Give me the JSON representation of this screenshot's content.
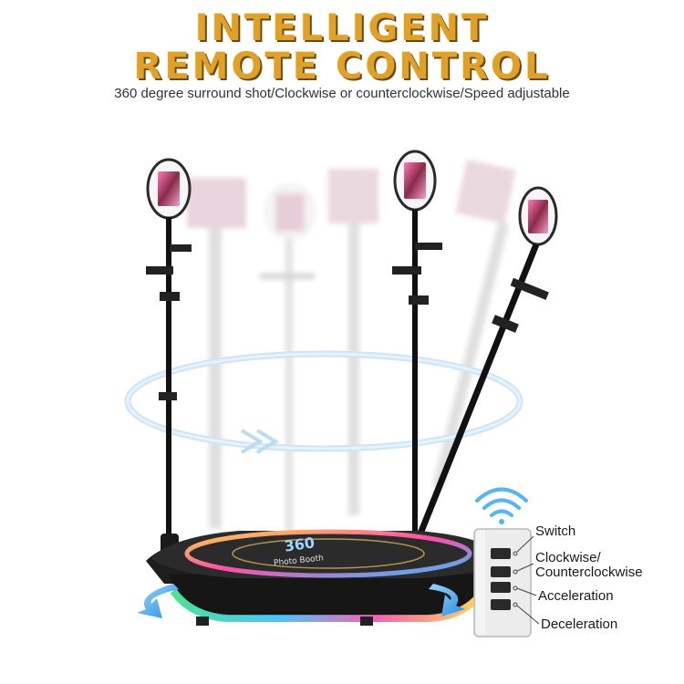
{
  "header": {
    "line1": "INTELLIGENT",
    "line2": "REMOTE CONTROL",
    "subtitle": "360 degree surround shot/Clockwise or counterclockwise/Speed adjustable"
  },
  "platform": {
    "logo_text": "360",
    "brand_text": "Photo Booth"
  },
  "remote": {
    "buttons": [
      {
        "label": "Switch"
      },
      {
        "label_line1": "Clockwise/",
        "label_line2": "Counterclockwise"
      },
      {
        "label": "Acceleration"
      },
      {
        "label": "Deceleration"
      }
    ]
  },
  "colors": {
    "headline": "#e0a12a",
    "arrow_blue": "#3aa0e6",
    "wifi_blue": "#5ab4f0",
    "led_green": "#38e08a",
    "led_pink": "#ff4fa8"
  },
  "icons": [
    "wifi-icon",
    "rotation-arrow-icon",
    "ring-light-icon"
  ]
}
